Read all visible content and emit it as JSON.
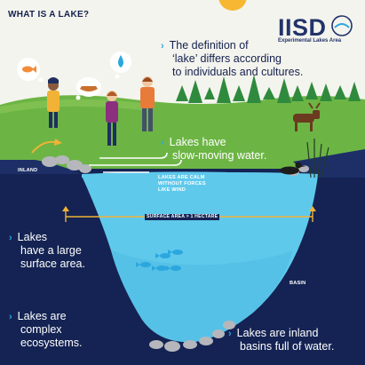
{
  "header": {
    "title": "WHAT IS A LAKE?",
    "logo_main": "IISD",
    "logo_sub": "Experimental Lakes Area"
  },
  "facts": {
    "definition": [
      "The definition of",
      "‘lake’ differs according",
      "to individuals and cultures."
    ],
    "slow_water": [
      "Lakes have",
      "slow-moving water."
    ],
    "surface": [
      "Lakes",
      "have a large",
      "surface area."
    ],
    "ecosystems": [
      "Lakes are",
      "complex",
      "ecosystems."
    ],
    "basins": [
      "Lakes are inland",
      "basins full of water."
    ]
  },
  "labels": {
    "inland": "INLAND",
    "calm": [
      "LAKES ARE CALM",
      "WITHOUT FORCES",
      "LIKE WIND"
    ],
    "surface_area": "SURFACE AREA > 1 HECTARE",
    "basin": "BASIN"
  },
  "icons": [
    "sun-icon",
    "logo-fish-icon",
    "fish-thought-icon",
    "water-drop-thought-icon",
    "canoe-thought-icon",
    "moose-icon",
    "loon-icon",
    "fish-school-icon",
    "wind-icon"
  ],
  "colors": {
    "deep_navy": "#142353",
    "lake_blue": "#5fc9ec",
    "grass": "#6cb545",
    "sun": "#f7b733",
    "accent": "#2aa7df"
  }
}
